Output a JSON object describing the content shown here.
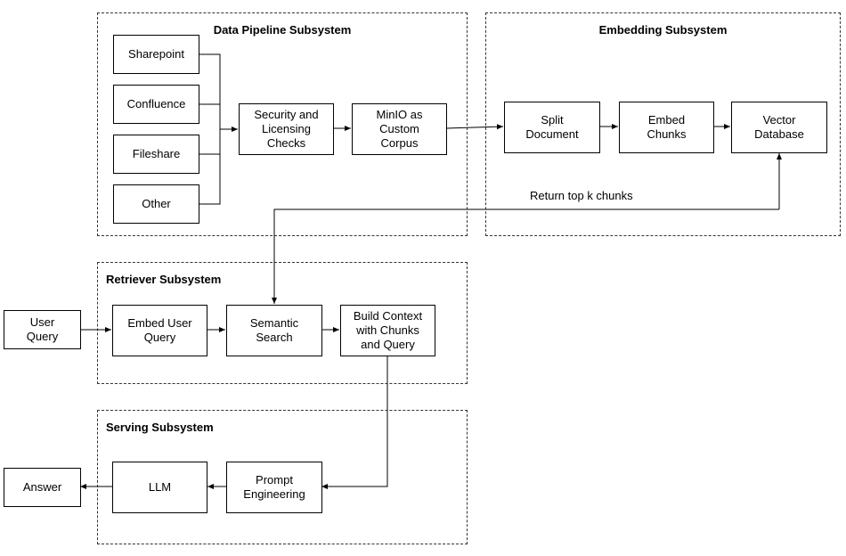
{
  "groups": {
    "data_pipeline": "Data Pipeline Subsystem",
    "embedding": "Embedding Subsystem",
    "retriever": "Retriever Subsystem",
    "serving": "Serving Subsystem"
  },
  "nodes": {
    "sharepoint": "Sharepoint",
    "confluence": "Confluence",
    "fileshare": "Fileshare",
    "other": "Other",
    "security": "Security and\nLicensing\nChecks",
    "minio": "MinIO as\nCustom\nCorpus",
    "split": "Split\nDocument",
    "embed_chunks": "Embed\nChunks",
    "vector_db": "Vector\nDatabase",
    "user_query": "User\nQuery",
    "embed_user_query": "Embed User\nQuery",
    "semantic_search": "Semantic\nSearch",
    "build_context": "Build Context\nwith Chunks\nand Query",
    "prompt_eng": "Prompt\nEngineering",
    "llm": "LLM",
    "answer": "Answer"
  },
  "edges": {
    "return_label": "Return top k chunks"
  },
  "colors": {
    "line": "#000000",
    "border": "#333333"
  }
}
